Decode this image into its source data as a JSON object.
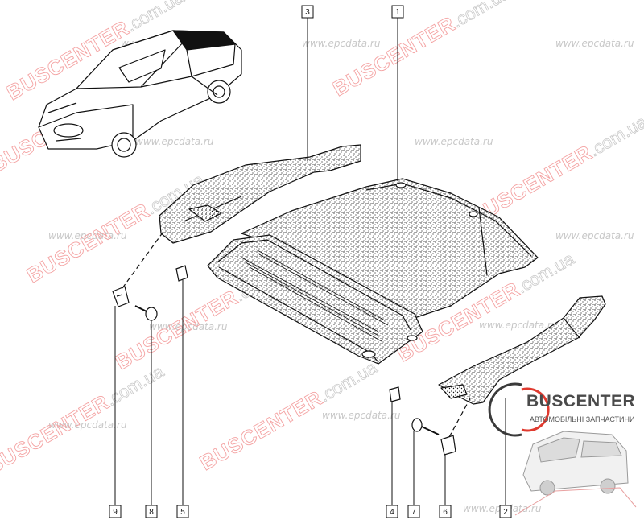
{
  "diagram": {
    "callouts": [
      "1",
      "2",
      "3",
      "4",
      "5",
      "6",
      "7",
      "8",
      "9"
    ]
  },
  "watermarks": {
    "site": "www.epcdata.ru",
    "brand_main": "BUSCENTER",
    "brand_domain": ".com.ua"
  },
  "logo": {
    "name": "BUSCENTER",
    "tagline": "АВТОМОБІЛЬНІ ЗАПЧАСТИНИ"
  },
  "colors": {
    "line": "#111111",
    "watermark_brand": "#f4a3a3",
    "logo_accent": "#e03a2f"
  }
}
